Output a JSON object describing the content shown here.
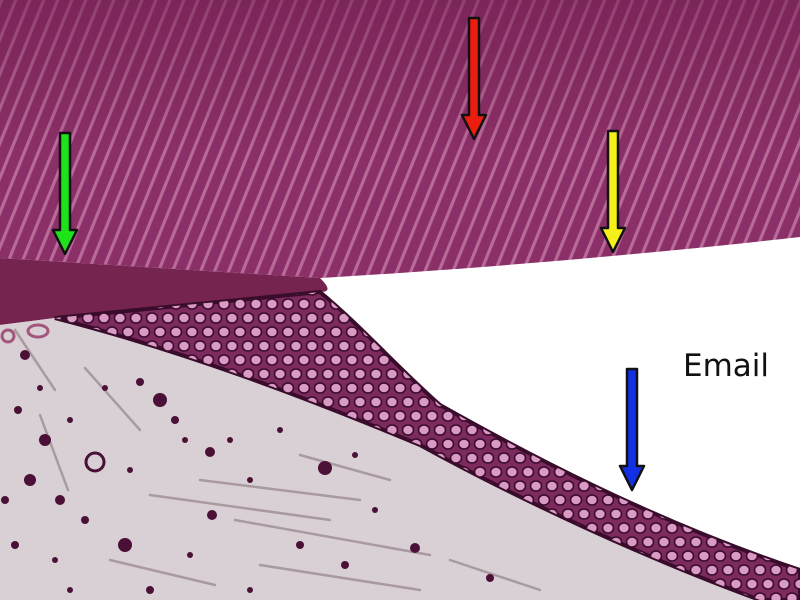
{
  "diagram": {
    "label": "Email",
    "arrows": [
      {
        "name": "red-arrow",
        "color": "#ec1c0f"
      },
      {
        "name": "green-arrow",
        "color": "#1ee31a"
      },
      {
        "name": "yellow-arrow",
        "color": "#f5f01a"
      },
      {
        "name": "blue-arrow",
        "color": "#1231e6"
      }
    ],
    "colors": {
      "enamel": "#8a2f67",
      "enamel_stripe": "#b86b99",
      "dark_band": "#75244f",
      "cell_layer": "#7d2a5e",
      "cell": "#d99ac4",
      "cell_outline": "#3a0c2c",
      "connective_tissue": "#d8d0d4",
      "dots": "#4a1035",
      "fibers": "#a99aa2"
    }
  }
}
